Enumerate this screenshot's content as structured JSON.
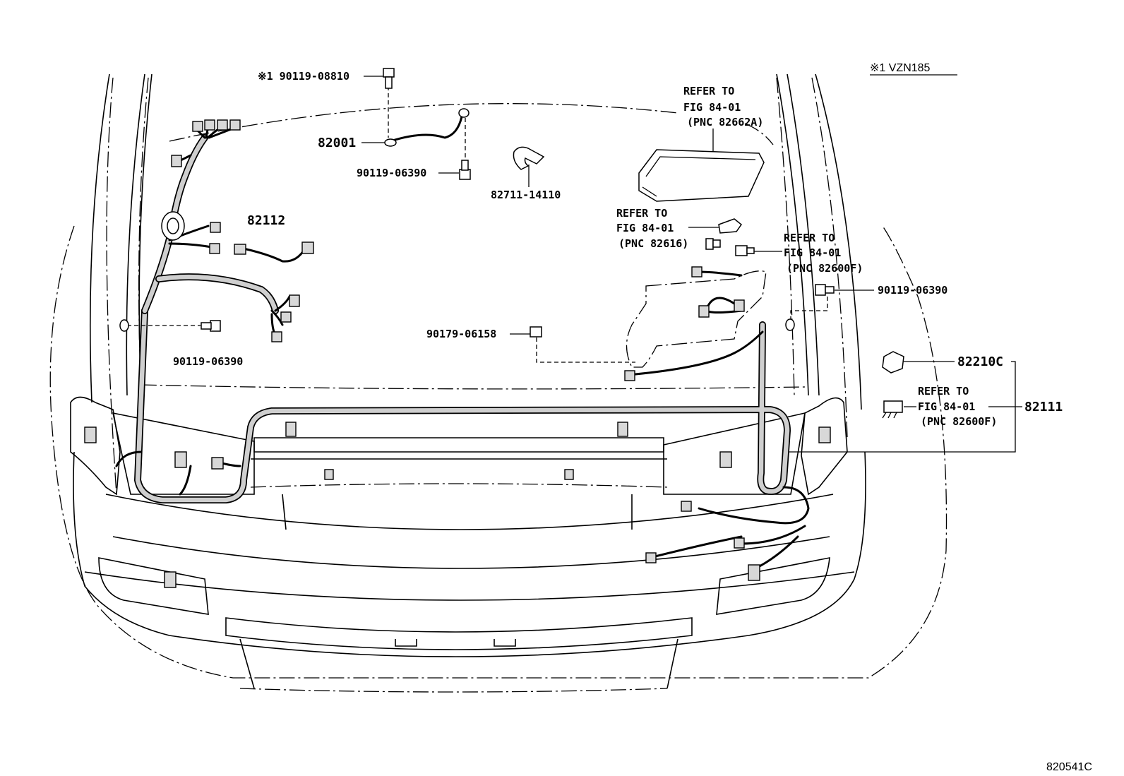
{
  "header": {
    "note_model": "※1 VZN185"
  },
  "footer": {
    "figure_code": "820541C"
  },
  "labels": {
    "bolt_top": "※1 90119-08810",
    "wire_82001": "82001",
    "bolt_center": "90119-06390",
    "clamp": "82711-14110",
    "harness_82112": "82112",
    "bolt_left": "90119-06390",
    "nut_center": "90179-06158",
    "bolt_right": "90119-06390",
    "relay_82210c": "82210C",
    "harness_82111": "82111"
  },
  "references": {
    "ref_82662a": {
      "line1": "REFER TO",
      "line2": "FIG 84-01",
      "line3": "(PNC 82662A)"
    },
    "ref_82616": {
      "line1": "REFER TO",
      "line2": "FIG 84-01",
      "line3": "(PNC 82616)"
    },
    "ref_82600f_a": {
      "line1": "REFER TO",
      "line2": "FIG 84-01",
      "line3": "(PNC 82600F)"
    },
    "ref_82600f_b": {
      "line1": "REFER TO",
      "line2": "FIG 84-01",
      "line3": "(PNC 82600F)"
    }
  }
}
